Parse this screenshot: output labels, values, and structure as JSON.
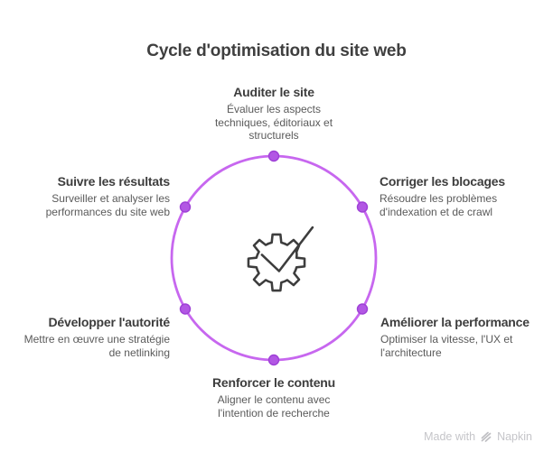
{
  "title": "Cycle d'optimisation du site web",
  "diagram": {
    "type": "cycle",
    "center_icon": "gear-check-icon",
    "colors": {
      "circle_stroke": "#c767ef",
      "dot_fill": "#b257e4",
      "dot_stroke": "#9e40d6",
      "icon_stroke": "#3d3d3d",
      "title_text": "#3f3f3f",
      "heading_text": "#3d3d3d",
      "body_text": "#5a5a5a",
      "footer_text": "#c5c5c9"
    },
    "steps": [
      {
        "position": "top",
        "label": "Auditer le site",
        "description_lines": [
          "Évaluer les aspects",
          "techniques, éditoriaux et",
          "structurels"
        ]
      },
      {
        "position": "upper-right",
        "label": "Corriger les blocages",
        "description_lines": [
          "Résoudre les problèmes",
          "d'indexation et de crawl"
        ]
      },
      {
        "position": "lower-right",
        "label": "Améliorer la performance",
        "description_lines": [
          "Optimiser la vitesse, l'UX et",
          "l'architecture"
        ]
      },
      {
        "position": "bottom",
        "label": "Renforcer le contenu",
        "description_lines": [
          "Aligner le contenu avec",
          "l'intention de recherche"
        ]
      },
      {
        "position": "lower-left",
        "label": "Développer l'autorité",
        "description_lines": [
          "Mettre en œuvre une stratégie",
          "de netlinking"
        ]
      },
      {
        "position": "upper-left",
        "label": "Suivre les résultats",
        "description_lines": [
          "Surveiller et analyser les",
          "performances du site web"
        ]
      }
    ]
  },
  "footer": {
    "made_with": "Made with",
    "brand": "Napkin",
    "logo": "napkin-logo-icon"
  }
}
